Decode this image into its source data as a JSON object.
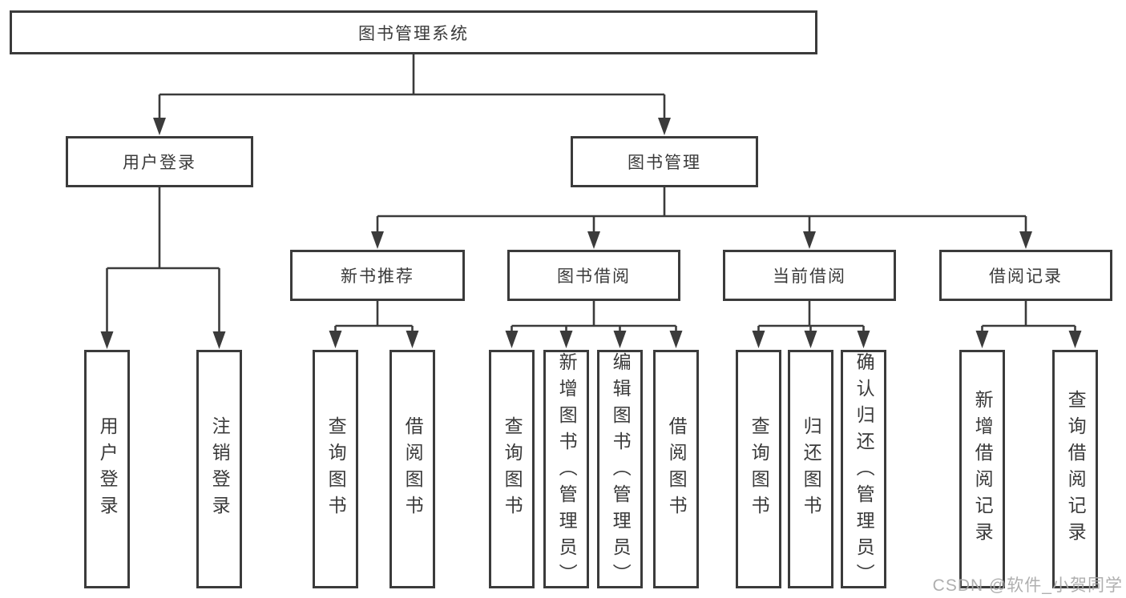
{
  "nodes": {
    "root": "图书管理系统",
    "user_login": "用户登录",
    "book_mgmt": "图书管理",
    "new_books": "新书推荐",
    "book_borrow": "图书借阅",
    "current_borrow": "当前借阅",
    "borrow_records": "借阅记录",
    "leaf_user_login": "用户登录",
    "leaf_logout": "注销登录",
    "leaf_nb_query": "查询图书",
    "leaf_nb_borrow": "借阅图书",
    "leaf_bb_query": "查询图书",
    "leaf_bb_add": "新增图书（管理员）",
    "leaf_bb_edit": "编辑图书（管理员）",
    "leaf_bb_borrow": "借阅图书",
    "leaf_cb_query": "查询图书",
    "leaf_cb_return": "归还图书",
    "leaf_cb_confirm": "确认归还（管理员）",
    "leaf_br_add": "新增借阅记录",
    "leaf_br_query": "查询借阅记录"
  },
  "watermark": "CSDN @软件_小贺同学",
  "colors": {
    "line": "#3b3b3b",
    "text": "#3a3a3a",
    "background": "#ffffff",
    "watermark": "#a8a8a8"
  }
}
